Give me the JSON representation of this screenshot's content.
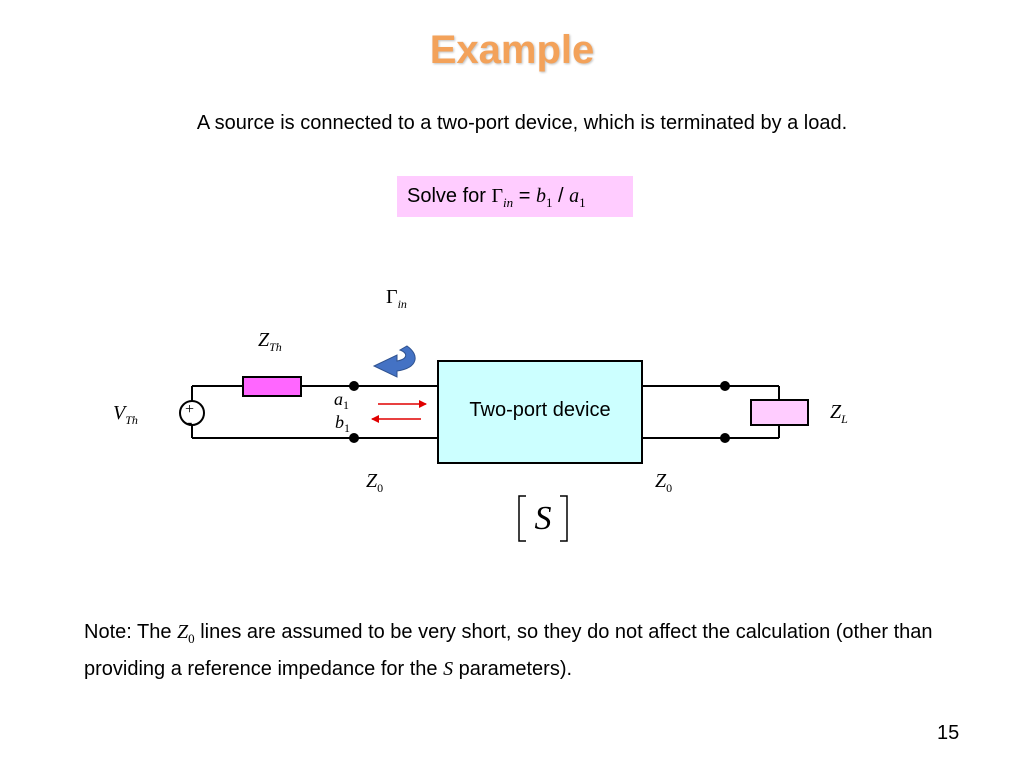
{
  "slide": {
    "title": "Example",
    "intro": "A source is connected to a two-port device, which is terminated by a load.",
    "solve": {
      "prefix": "Solve for ",
      "gamma": "Γ",
      "gamma_sub": "in",
      "eq": " = ",
      "b": "b",
      "b_sub": "1",
      "slash": " / ",
      "a": "a",
      "a_sub": "1"
    },
    "note": {
      "part1": "Note: The ",
      "z": "Z",
      "z_sub": "0",
      "part2": " lines are assumed to be very short, so they do not affect the calculation (other than providing a reference impedance for the ",
      "s": "S",
      "part3": " parameters)."
    },
    "page_number": "15"
  },
  "diagram": {
    "gamma_in": {
      "main": "Γ",
      "sub": "in"
    },
    "z_th": {
      "main": "Z",
      "sub": "Th"
    },
    "v_th": {
      "main": "V",
      "sub": "Th"
    },
    "source_plus": "+",
    "source_minus": "-",
    "a1": {
      "main": "a",
      "sub": "1"
    },
    "b1": {
      "main": "b",
      "sub": "1"
    },
    "device_label": "Two-port device",
    "z0_left": {
      "main": "Z",
      "sub": "0"
    },
    "z0_right": {
      "main": "Z",
      "sub": "0"
    },
    "z_l": {
      "main": "Z",
      "sub": "L"
    },
    "s_matrix": "S",
    "colors": {
      "resistor_th": "#FF66FF",
      "resistor_load": "#FFCCFF",
      "device_fill": "#CCFFFF",
      "wave_arrows": "#E00000",
      "gamma_arrow": "#4472C4"
    }
  }
}
